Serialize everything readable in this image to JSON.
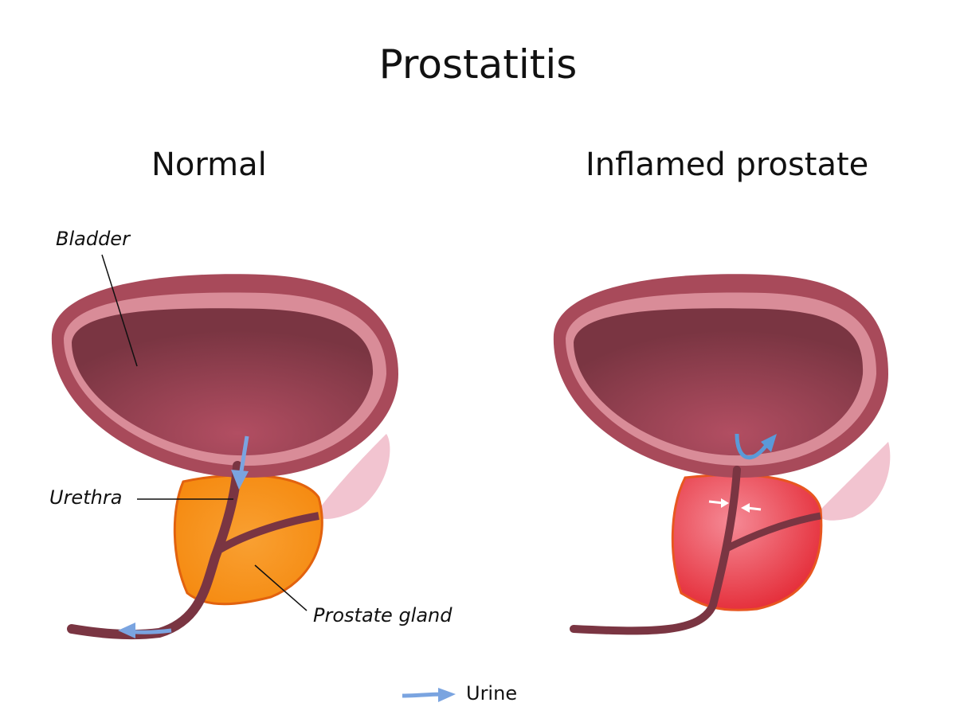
{
  "title": "Prostatitis",
  "panels": {
    "left": {
      "heading": "Normal"
    },
    "right": {
      "heading": "Inflamed prostate"
    }
  },
  "labels": {
    "bladder": "Bladder",
    "urethra": "Urethra",
    "prostate_gland": "Prostate gland"
  },
  "legend": {
    "urine_label": "Urine",
    "icon": "urine-arrow-icon"
  },
  "colors": {
    "bladder_outer": "#a84a5a",
    "bladder_wall": "#d98c98",
    "bladder_inner": "#7c3744",
    "prostate_normal": "#f7921e",
    "prostate_inflamed": "#e8303a",
    "urine_arrow": "#7aa4e0",
    "seminal_vesicle": "#f2c4d0"
  }
}
